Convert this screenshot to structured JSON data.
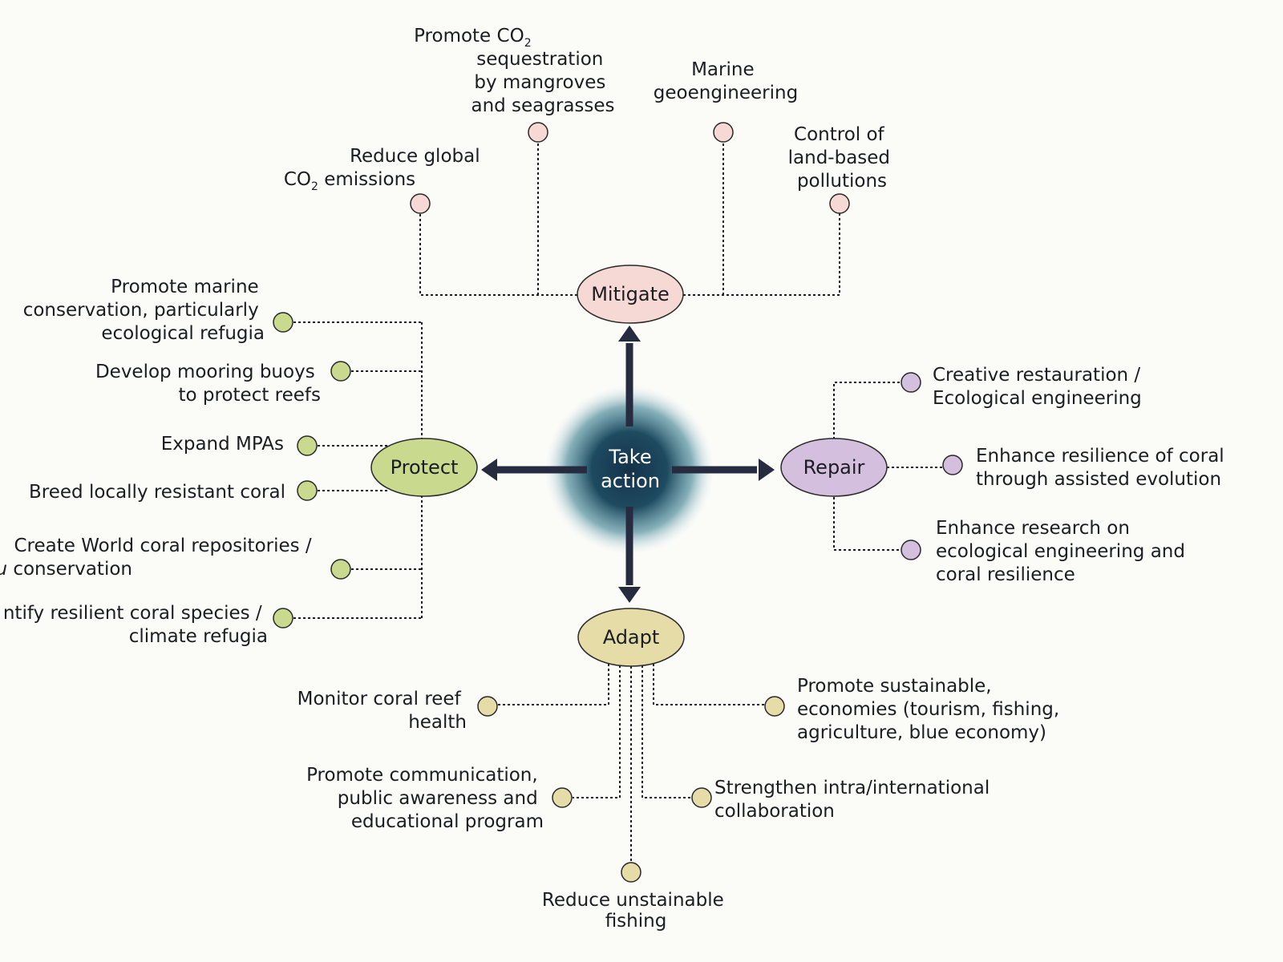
{
  "center": {
    "line1": "Take",
    "line2": "action"
  },
  "colors": {
    "mitigate": "#f6d9d5",
    "protect": "#c9d98e",
    "repair": "#d4bfdf",
    "adapt": "#e6dca8",
    "center": "#1e3a4d",
    "arrow": "#262b3f"
  },
  "hubs": {
    "mitigate": "Mitigate",
    "protect": "Protect",
    "repair": "Repair",
    "adapt": "Adapt"
  },
  "mitigate_items": {
    "reduce_co2": {
      "l1": "Reduce global",
      "l2a": "CO",
      "l2sub": "2",
      "l2b": " emissions"
    },
    "sequestration": {
      "l1a": "Promote CO",
      "l1sub": "2",
      "l2": "sequestration",
      "l3": "by mangroves",
      "l4": "and seagrasses"
    },
    "geoengineering": {
      "l1": "Marine",
      "l2": "geoengineering"
    },
    "pollution": {
      "l1": "Control of",
      "l2": "land-based",
      "l3": "pollutions"
    }
  },
  "protect_items": {
    "conservation": {
      "l1": "Promote marine",
      "l2": "conservation, particularly",
      "l3": "ecological refugia"
    },
    "buoys": {
      "l1": "Develop mooring buoys",
      "l2": "to protect reefs"
    },
    "mpas": {
      "l1": "Expand MPAs"
    },
    "breed": {
      "l1": "Breed locally resistant coral"
    },
    "repositories": {
      "l1": "Create World coral repositories /",
      "l2_italic": "Ex situ",
      "l2_rest": " conservation"
    },
    "identify": {
      "l1": "ntify resilient coral species /",
      "l2": "climate refugia"
    }
  },
  "repair_items": {
    "restauration": {
      "l1": "Creative restauration /",
      "l2": "Ecological engineering"
    },
    "evolution": {
      "l1": "Enhance resilience of coral",
      "l2": "through assisted evolution"
    },
    "research": {
      "l1": "Enhance research on",
      "l2": "ecological engineering and",
      "l3": "coral resilience"
    }
  },
  "adapt_items": {
    "monitor": {
      "l1": "Monitor coral reef",
      "l2": "health"
    },
    "communication": {
      "l1": "Promote communication,",
      "l2": "public awareness and",
      "l3": "educational program"
    },
    "fishing": {
      "l1": "Reduce unstainable",
      "l2": "fishing"
    },
    "collaboration": {
      "l1": "Strengthen intra/international",
      "l2": "collaboration"
    },
    "economies": {
      "l1": "Promote sustainable,",
      "l2": "economies (tourism, fishing,",
      "l3": "agriculture, blue economy)"
    }
  }
}
